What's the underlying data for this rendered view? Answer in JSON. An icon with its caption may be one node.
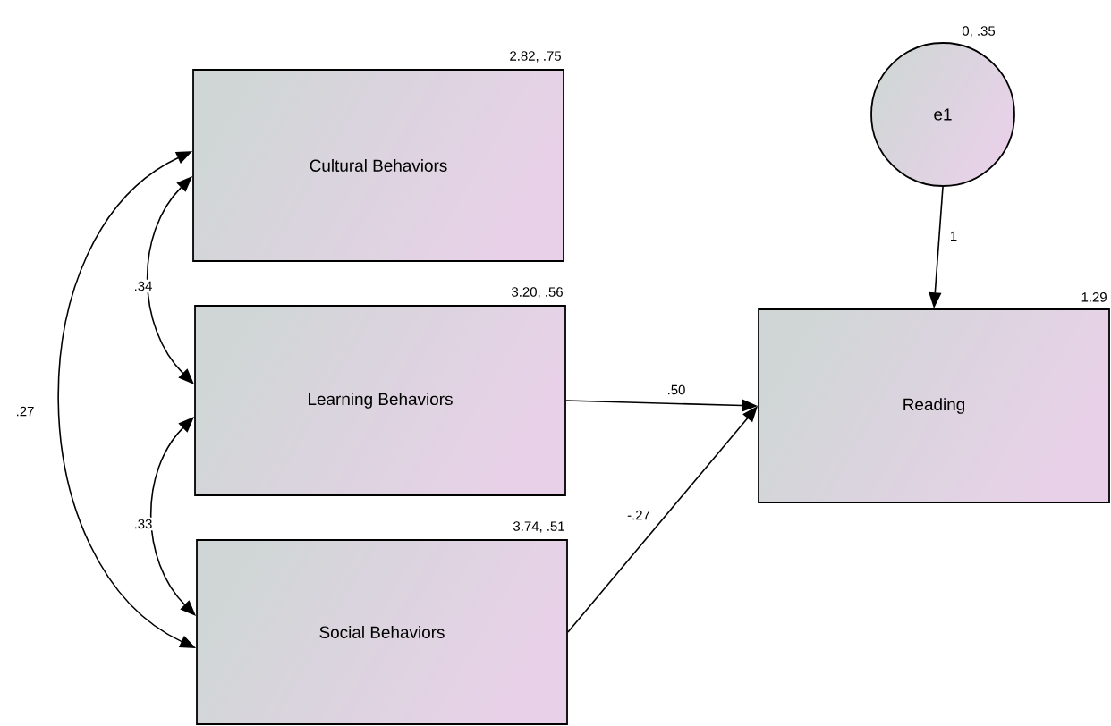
{
  "diagram": {
    "nodes": [
      {
        "text": [
          "Cultural Behaviors"
        ],
        "beside": [
          "2.82, .75"
        ]
      },
      {
        "text": [
          "Learning Behaviors"
        ],
        "beside": [
          "3.20, .56"
        ]
      },
      {
        "text": [
          "Social Behaviors"
        ],
        "beside": [
          "3.74, .51"
        ]
      },
      {
        "text": [
          "e1"
        ],
        "beside": [
          "0, .35"
        ]
      },
      {
        "text": [
          "Reading"
        ],
        "beside": [
          "1.29"
        ]
      }
    ],
    "edges": [
      {
        "from": 0,
        "to": 1,
        "arrow": "both",
        "label": ".34"
      },
      {
        "from": 0,
        "to": 2,
        "arrow": "both",
        "label": ".27"
      },
      {
        "from": 1,
        "to": 2,
        "arrow": "both",
        "label": ".33"
      },
      {
        "from": 1,
        "to": 4,
        "arrow": "to",
        "label": ".50"
      },
      {
        "from": 2,
        "to": 4,
        "arrow": "to",
        "label": "-.27"
      },
      {
        "from": 3,
        "to": 4,
        "arrow": "to",
        "label": "1"
      }
    ]
  }
}
